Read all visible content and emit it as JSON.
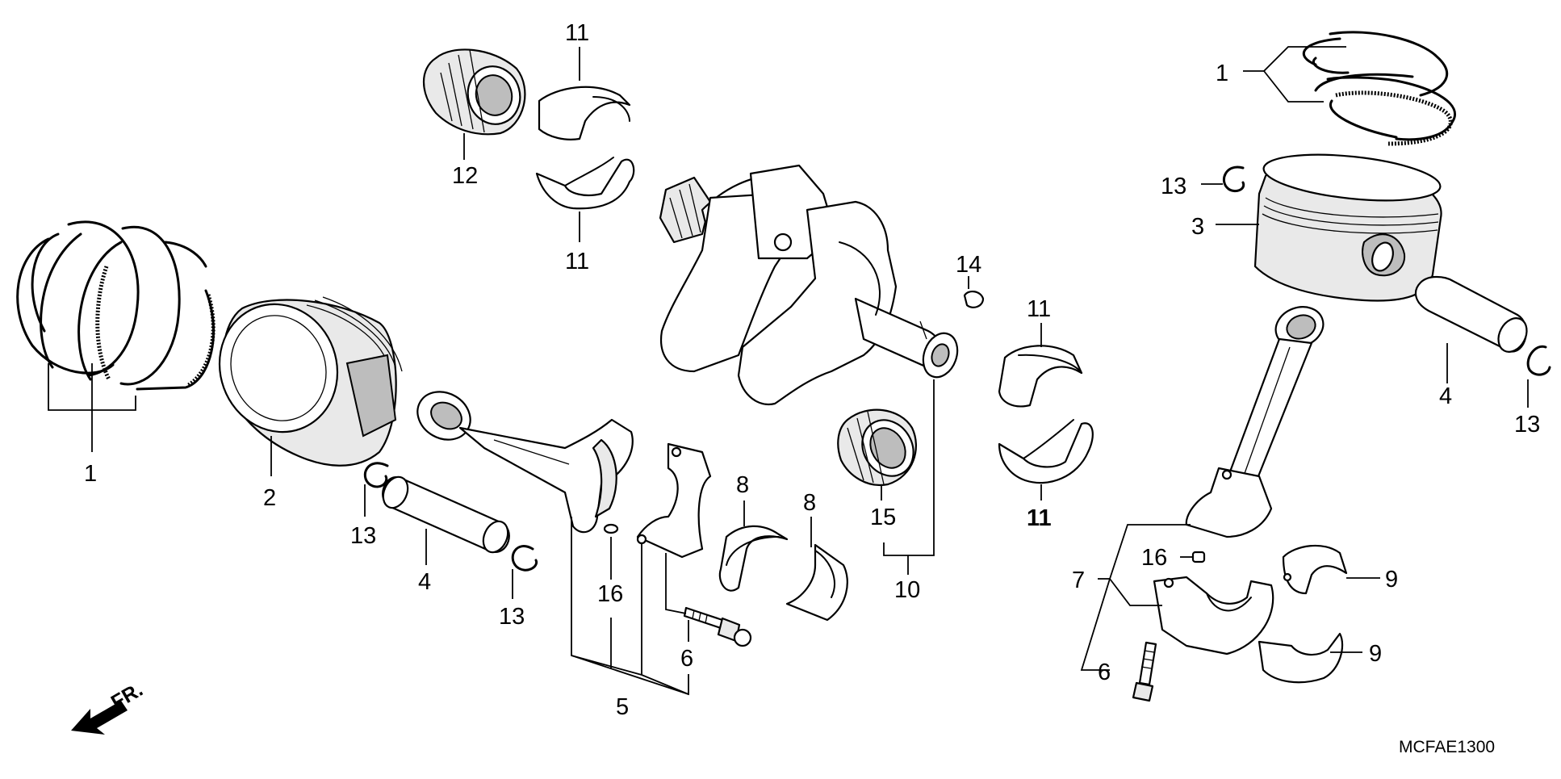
{
  "diagram_code": "MCFAE1300",
  "front_marker": "FR.",
  "callouts": {
    "c1_left": "1",
    "c1_right": "1",
    "c2": "2",
    "c3": "3",
    "c4_left": "4",
    "c4_right": "4",
    "c5": "5",
    "c6_left": "6",
    "c6_right": "6",
    "c7": "7",
    "c8_a": "8",
    "c8_b": "8",
    "c9_a": "9",
    "c9_b": "9",
    "c10": "10",
    "c11_top": "11",
    "c11_upper_mid": "11",
    "c11_right_top": "11",
    "c11_right_bottom": "11",
    "c12": "12",
    "c13_left_a": "13",
    "c13_left_b": "13",
    "c13_right_a": "13",
    "c13_right_b": "13",
    "c14": "14",
    "c15": "15",
    "c16_left": "16",
    "c16_right": "16"
  }
}
